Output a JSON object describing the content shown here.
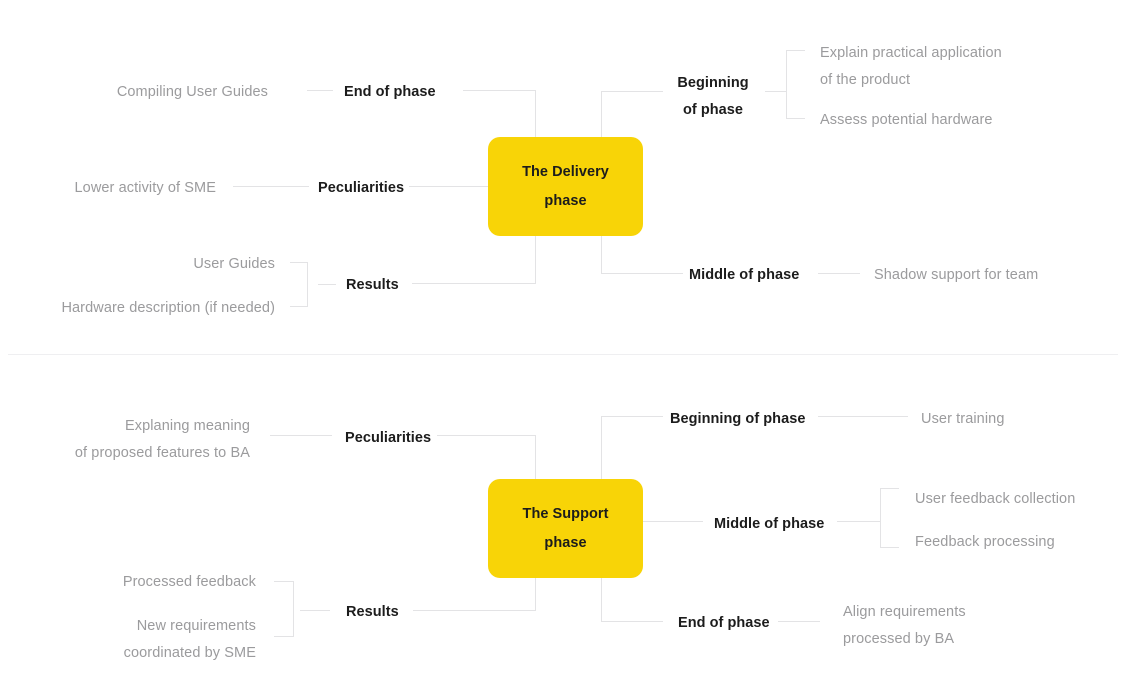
{
  "theme": {
    "background": "#ffffff",
    "card_fill": "#f8d407",
    "card_text": "#1c1c1c",
    "branch_text": "#1c1c1c",
    "leaf_text": "#9b9b9d",
    "line_color": "#e3e3e5",
    "divider_color": "#efeff1"
  },
  "diagrams": [
    {
      "id": "delivery",
      "center": {
        "title_line1": "The Delivery",
        "title_line2": "phase"
      },
      "left_branches": [
        {
          "label": "End of phase",
          "leaves": [
            {
              "line1": "Compiling User Guides",
              "line2": ""
            }
          ]
        },
        {
          "label": "Peculiarities",
          "leaves": [
            {
              "line1": "Lower activity of SME",
              "line2": ""
            }
          ]
        },
        {
          "label": "Results",
          "leaves": [
            {
              "line1": "User Guides",
              "line2": ""
            },
            {
              "line1": "Hardware description (if needed)",
              "line2": ""
            }
          ]
        }
      ],
      "right_branches": [
        {
          "label_line1": "Beginning",
          "label_line2": "of phase",
          "leaves": [
            {
              "line1": "Explain practical application",
              "line2": "of the product"
            },
            {
              "line1": "Assess potential hardware",
              "line2": ""
            }
          ]
        },
        {
          "label_line1": "Middle of phase",
          "label_line2": "",
          "leaves": [
            {
              "line1": "Shadow support for team",
              "line2": ""
            }
          ]
        }
      ]
    },
    {
      "id": "support",
      "center": {
        "title_line1": "The Support",
        "title_line2": "phase"
      },
      "left_branches": [
        {
          "label": "Peculiarities",
          "leaves": [
            {
              "line1": "Explaning meaning",
              "line2": "of proposed features to BA"
            }
          ]
        },
        {
          "label": "Results",
          "leaves": [
            {
              "line1": "Processed feedback",
              "line2": ""
            },
            {
              "line1": "New requirements",
              "line2": "coordinated by SME"
            }
          ]
        }
      ],
      "right_branches": [
        {
          "label_line1": "Beginning of phase",
          "label_line2": "",
          "leaves": [
            {
              "line1": "User training",
              "line2": ""
            }
          ]
        },
        {
          "label_line1": "Middle of phase",
          "label_line2": "",
          "leaves": [
            {
              "line1": "User feedback collection",
              "line2": ""
            },
            {
              "line1": "Feedback processing",
              "line2": ""
            }
          ]
        },
        {
          "label_line1": "End of phase",
          "label_line2": "",
          "leaves": [
            {
              "line1": "Align requirements",
              "line2": "processed by BA"
            }
          ]
        }
      ]
    }
  ]
}
